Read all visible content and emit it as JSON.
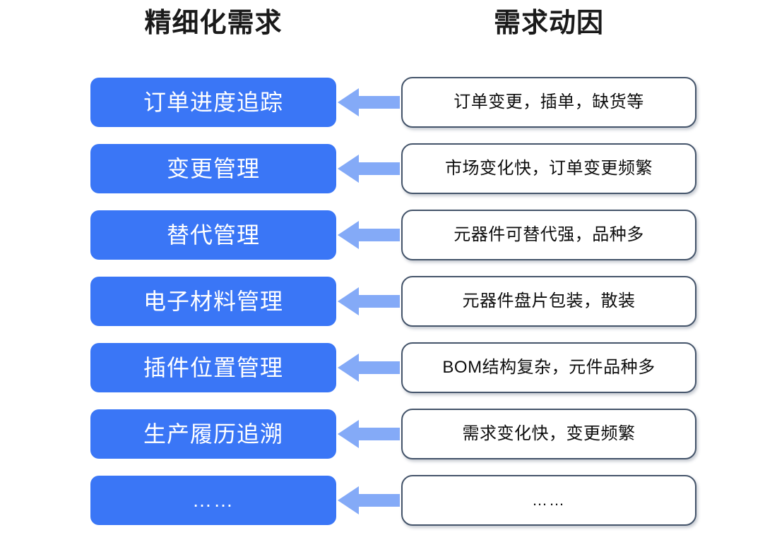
{
  "headers": {
    "left": "精细化需求",
    "right": "需求动因"
  },
  "colors": {
    "requirement_box": "#3A76F6",
    "requirement_text": "#FFFFFF",
    "arrow": "#84AAF7",
    "cause_border": "#44546A",
    "cause_background": "#FFFFFF",
    "cause_text": "#0D0D0D",
    "header_text": "#1A1A1A",
    "page_background": "#FFFFFF"
  },
  "arrow_direction": "left",
  "rows": [
    {
      "requirement": "订单进度追踪",
      "cause": "订单变更，插单，缺货等",
      "arrow": "left-arrow-icon"
    },
    {
      "requirement": "变更管理",
      "cause": "市场变化快，订单变更频繁",
      "arrow": "left-arrow-icon"
    },
    {
      "requirement": "替代管理",
      "cause": "元器件可替代强，品种多",
      "arrow": "left-arrow-icon"
    },
    {
      "requirement": "电子材料管理",
      "cause": "元器件盘片包装，散装",
      "arrow": "left-arrow-icon"
    },
    {
      "requirement": "插件位置管理",
      "cause": "BOM结构复杂，元件品种多",
      "arrow": "left-arrow-icon"
    },
    {
      "requirement": "生产履历追溯",
      "cause": "需求变化快，变更频繁",
      "arrow": "left-arrow-icon"
    },
    {
      "requirement": "……",
      "cause": "……",
      "arrow": "left-arrow-icon"
    }
  ]
}
